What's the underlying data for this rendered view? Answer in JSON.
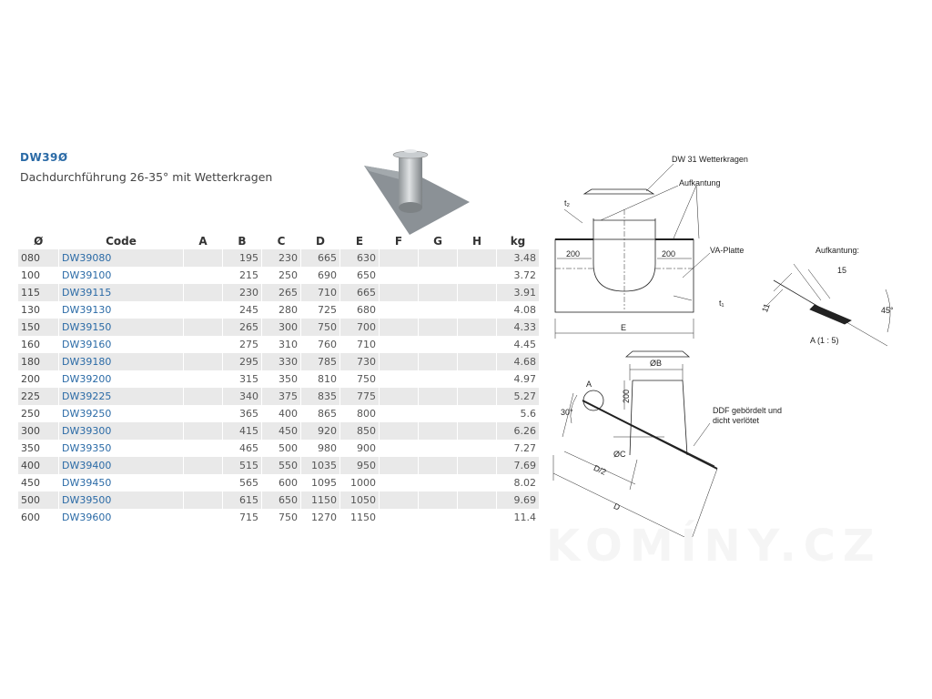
{
  "header": {
    "code": "DW39Ø",
    "subtitle": "Dachdurchführung 26-35° mit Wetterkragen"
  },
  "table": {
    "columns": [
      "Ø",
      "Code",
      "A",
      "B",
      "C",
      "D",
      "E",
      "F",
      "G",
      "H",
      "kg"
    ],
    "rows": [
      {
        "d": "080",
        "code": "DW39080",
        "b": "195",
        "c": "230",
        "dd": "665",
        "e": "630",
        "kg": "3.48"
      },
      {
        "d": "100",
        "code": "DW39100",
        "b": "215",
        "c": "250",
        "dd": "690",
        "e": "650",
        "kg": "3.72"
      },
      {
        "d": "115",
        "code": "DW39115",
        "b": "230",
        "c": "265",
        "dd": "710",
        "e": "665",
        "kg": "3.91"
      },
      {
        "d": "130",
        "code": "DW39130",
        "b": "245",
        "c": "280",
        "dd": "725",
        "e": "680",
        "kg": "4.08"
      },
      {
        "d": "150",
        "code": "DW39150",
        "b": "265",
        "c": "300",
        "dd": "750",
        "e": "700",
        "kg": "4.33"
      },
      {
        "d": "160",
        "code": "DW39160",
        "b": "275",
        "c": "310",
        "dd": "760",
        "e": "710",
        "kg": "4.45"
      },
      {
        "d": "180",
        "code": "DW39180",
        "b": "295",
        "c": "330",
        "dd": "785",
        "e": "730",
        "kg": "4.68"
      },
      {
        "d": "200",
        "code": "DW39200",
        "b": "315",
        "c": "350",
        "dd": "810",
        "e": "750",
        "kg": "4.97"
      },
      {
        "d": "225",
        "code": "DW39225",
        "b": "340",
        "c": "375",
        "dd": "835",
        "e": "775",
        "kg": "5.27"
      },
      {
        "d": "250",
        "code": "DW39250",
        "b": "365",
        "c": "400",
        "dd": "865",
        "e": "800",
        "kg": "5.6"
      },
      {
        "d": "300",
        "code": "DW39300",
        "b": "415",
        "c": "450",
        "dd": "920",
        "e": "850",
        "kg": "6.26"
      },
      {
        "d": "350",
        "code": "DW39350",
        "b": "465",
        "c": "500",
        "dd": "980",
        "e": "900",
        "kg": "7.27"
      },
      {
        "d": "400",
        "code": "DW39400",
        "b": "515",
        "c": "550",
        "dd": "1035",
        "e": "950",
        "kg": "7.69"
      },
      {
        "d": "450",
        "code": "DW39450",
        "b": "565",
        "c": "600",
        "dd": "1095",
        "e": "1000",
        "kg": "8.02"
      },
      {
        "d": "500",
        "code": "DW39500",
        "b": "615",
        "c": "650",
        "dd": "1150",
        "e": "1050",
        "kg": "9.69"
      },
      {
        "d": "600",
        "code": "DW39600",
        "b": "715",
        "c": "750",
        "dd": "1270",
        "e": "1150",
        "kg": "11.4"
      }
    ]
  },
  "drawing": {
    "wetterkragen": "DW 31 Wetterkragen",
    "aufkantung": "Aufkantung",
    "va_platte": "VA-Platte",
    "t2": "t₂",
    "t1": "t₁",
    "dim200_left": "200",
    "dim200_right": "200",
    "dim_e": "E",
    "aufkantung_detail": "Aufkantung:",
    "dim15": "15",
    "dim11": "11",
    "angle45": "45°",
    "detail_a": "A (1 : 5)",
    "dim_b": "ØB",
    "label_a": "A",
    "dim200_vert": "200",
    "angle30": "30°",
    "ddf1": "DDF gebördelt und",
    "ddf2": "dicht verlötet",
    "dim_c": "ØC",
    "dim_d2": "D/2",
    "dim_d": "D"
  },
  "watermark": "KOMÍNY.CZ"
}
